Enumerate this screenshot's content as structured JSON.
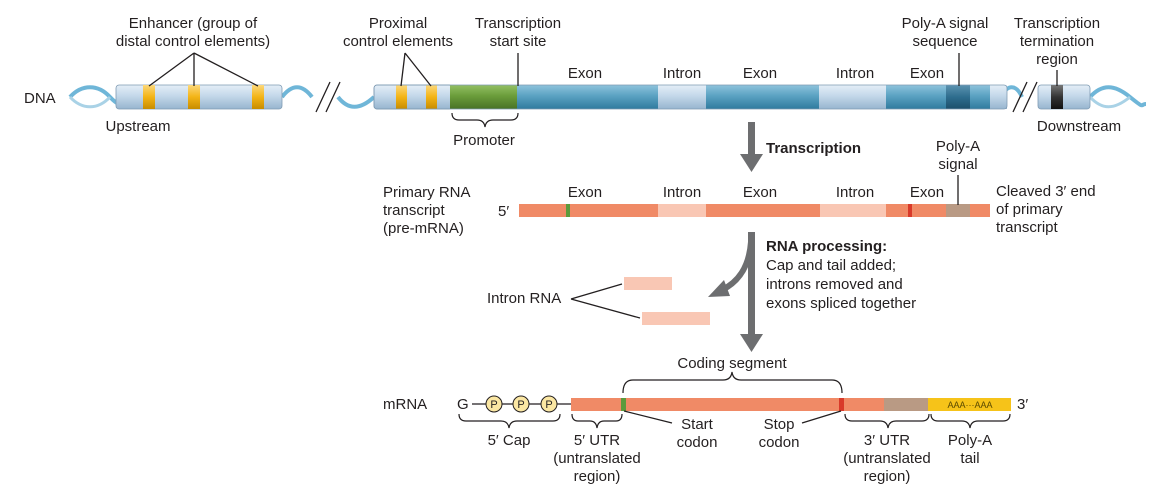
{
  "dna": {
    "label": "DNA",
    "upstream": "Upstream",
    "downstream": "Downstream",
    "enhancer": [
      "Enhancer (group of",
      "distal control elements)"
    ],
    "proximal": [
      "Proximal",
      "control elements"
    ],
    "tss": [
      "Transcription",
      "start site"
    ],
    "polya_signal_seq": [
      "Poly-A signal",
      "sequence"
    ],
    "termination": [
      "Transcription",
      "termination",
      "region"
    ],
    "promoter": "Promoter",
    "segments": [
      "Exon",
      "Intron",
      "Exon",
      "Intron",
      "Exon"
    ]
  },
  "transcription": {
    "label": "Transcription"
  },
  "pre_mrna": {
    "label": [
      "Primary RNA",
      "transcript",
      "(pre-mRNA)"
    ],
    "five_prime": "5′",
    "polya_signal": [
      "Poly-A",
      "signal"
    ],
    "cleaved": [
      "Cleaved 3′ end",
      "of primary",
      "transcript"
    ],
    "segments": [
      "Exon",
      "Intron",
      "Exon",
      "Intron",
      "Exon"
    ]
  },
  "processing": {
    "title": "RNA processing:",
    "lines": [
      "Cap and tail added;",
      "introns removed and",
      "exons spliced together"
    ],
    "intron_rna": "Intron RNA"
  },
  "mrna": {
    "label": "mRNA",
    "g": "G",
    "p": "P",
    "three_prime": "3′",
    "coding_segment": "Coding segment",
    "polya_text": "AAA···AAA",
    "cap": "5′ Cap",
    "utr5": [
      "5′ UTR",
      "(untranslated",
      "region)"
    ],
    "start_codon": [
      "Start",
      "codon"
    ],
    "stop_codon": [
      "Stop",
      "codon"
    ],
    "utr3": [
      "3′ UTR",
      "(untranslated",
      "region)"
    ],
    "tail": [
      "Poly-A",
      "tail"
    ]
  },
  "colors": {
    "dna_light": "#c6d9ea",
    "dna_blue": "#5fa4c3",
    "promoter": "#6d9e3e",
    "enhancer": "#f3b416",
    "rna": "#f08a66",
    "rna_intron": "#f9c7b4",
    "polya_signal": "#b99a84",
    "start": "#5c9a3c",
    "stop": "#d93a2a",
    "tail": "#f6c319",
    "arrow": "#6d6e70",
    "helix": "#6fb6d8"
  }
}
